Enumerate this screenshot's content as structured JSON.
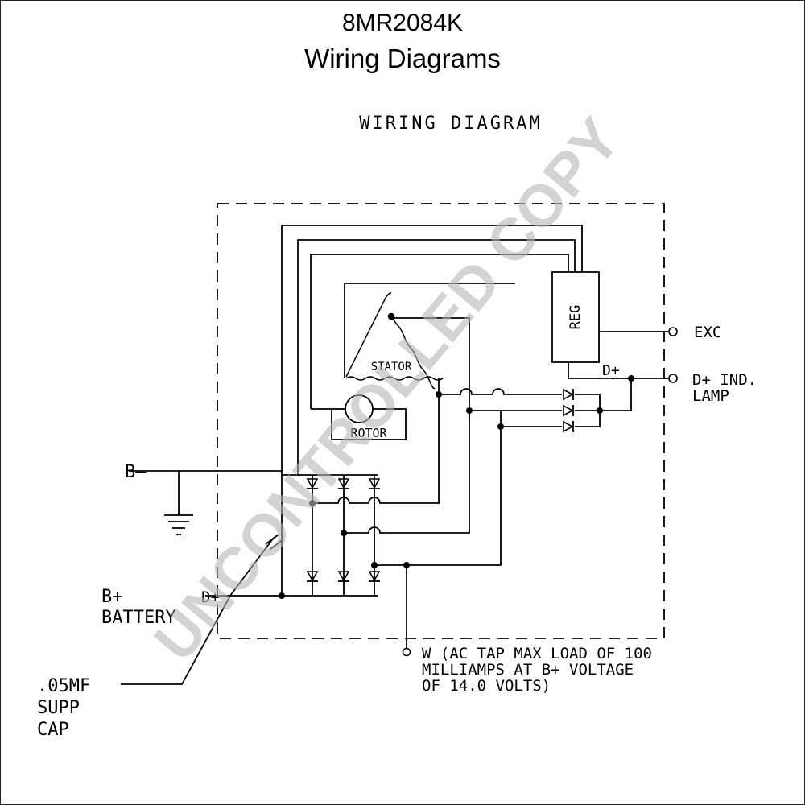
{
  "header": {
    "part_number": "8MR2084K",
    "subtitle": "Wiring Diagrams"
  },
  "diagram": {
    "heading": "WIRING DIAGRAM",
    "labels": {
      "reg": "REG",
      "exc": "EXC",
      "d_plus_upper": "D+",
      "d_plus_ind": "D+ IND.",
      "lamp": "LAMP",
      "b_minus": "B—",
      "b_plus": "B+",
      "battery": "BATTERY",
      "d_plus_lower": "D+",
      "rotor": "ROTOR",
      "stator": "STATOR",
      "w_line1": "W (AC TAP MAX LOAD OF 100",
      "w_line2": "MILLIAMPS AT B+ VOLTAGE",
      "w_line3": "OF 14.0 VOLTS)",
      "cap_line1": ".05MF",
      "cap_line2": "SUPP",
      "cap_line3": "CAP"
    }
  },
  "watermark": "UNCONTROLLED COPY"
}
